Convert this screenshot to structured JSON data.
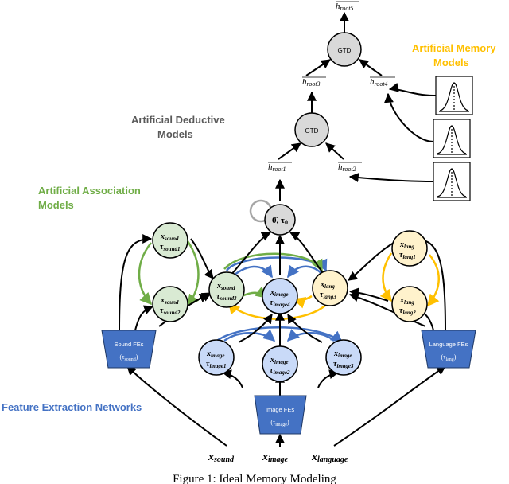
{
  "colors": {
    "blue": "#4472c4",
    "green": "#70ad47",
    "yellow": "#ffc000",
    "gray_title": "#595959",
    "node_gray": "#d9d9d9",
    "node_green": "#d9ead3",
    "node_blue": "#c9daf8",
    "node_yellow": "#fff2cc",
    "fe_blue": "#4472c4"
  },
  "labels": {
    "deductive": [
      "Artificial Deductive",
      "Models"
    ],
    "association": [
      "Artificial Association",
      "Models"
    ],
    "memory": [
      "Artificial Memory",
      "Models"
    ],
    "feature": "Feature Extraction Networks",
    "caption": "Figure 1: Ideal Memory Modeling"
  },
  "gtd": {
    "top": "GTD",
    "bottom": "GTD"
  },
  "hroots": {
    "r5": {
      "base": "h",
      "sub": "root5"
    },
    "r3": {
      "base": "h",
      "sub": "root3"
    },
    "r4": {
      "base": "h",
      "sub": "root4"
    },
    "r1": {
      "base": "h",
      "sub": "root1"
    },
    "r2": {
      "base": "h",
      "sub": "root2"
    }
  },
  "root_node": {
    "text": "0̂, τ",
    "sub": "0"
  },
  "nodes": {
    "sound1": {
      "x": "x",
      "xs": "sound",
      "t": "τ",
      "ts": "sound1"
    },
    "sound2": {
      "x": "x",
      "xs": "sound",
      "t": "τ",
      "ts": "sound2"
    },
    "sound3": {
      "x": "x",
      "xs": "sound",
      "t": "τ",
      "ts": "sound3"
    },
    "image4": {
      "x": "x",
      "xs": "image",
      "t": "τ",
      "ts": "image4"
    },
    "lang3": {
      "x": "x",
      "xs": "lang",
      "t": "τ",
      "ts": "lang3"
    },
    "lang1": {
      "x": "x",
      "xs": "lang",
      "t": "τ",
      "ts": "lang1"
    },
    "lang2": {
      "x": "x",
      "xs": "lang",
      "t": "τ",
      "ts": "lang2"
    },
    "image1": {
      "x": "x",
      "xs": "image",
      "t": "τ",
      "ts": "image1"
    },
    "image2": {
      "x": "x",
      "xs": "image",
      "t": "τ",
      "ts": "image2"
    },
    "image3": {
      "x": "x",
      "xs": "image",
      "t": "τ",
      "ts": "image3"
    }
  },
  "fes": {
    "sound": {
      "name": "Sound FEs",
      "t": "τ",
      "ts": "sound"
    },
    "image": {
      "name": "Image FEs",
      "t": "τ",
      "ts": "image"
    },
    "lang": {
      "name": "Language FEs",
      "t": "τ",
      "ts": "lang"
    }
  },
  "inputs": {
    "sound": {
      "x": "x",
      "sub": "sound"
    },
    "image": {
      "x": "x",
      "sub": "image"
    },
    "lang": {
      "x": "x",
      "sub": "language"
    }
  }
}
